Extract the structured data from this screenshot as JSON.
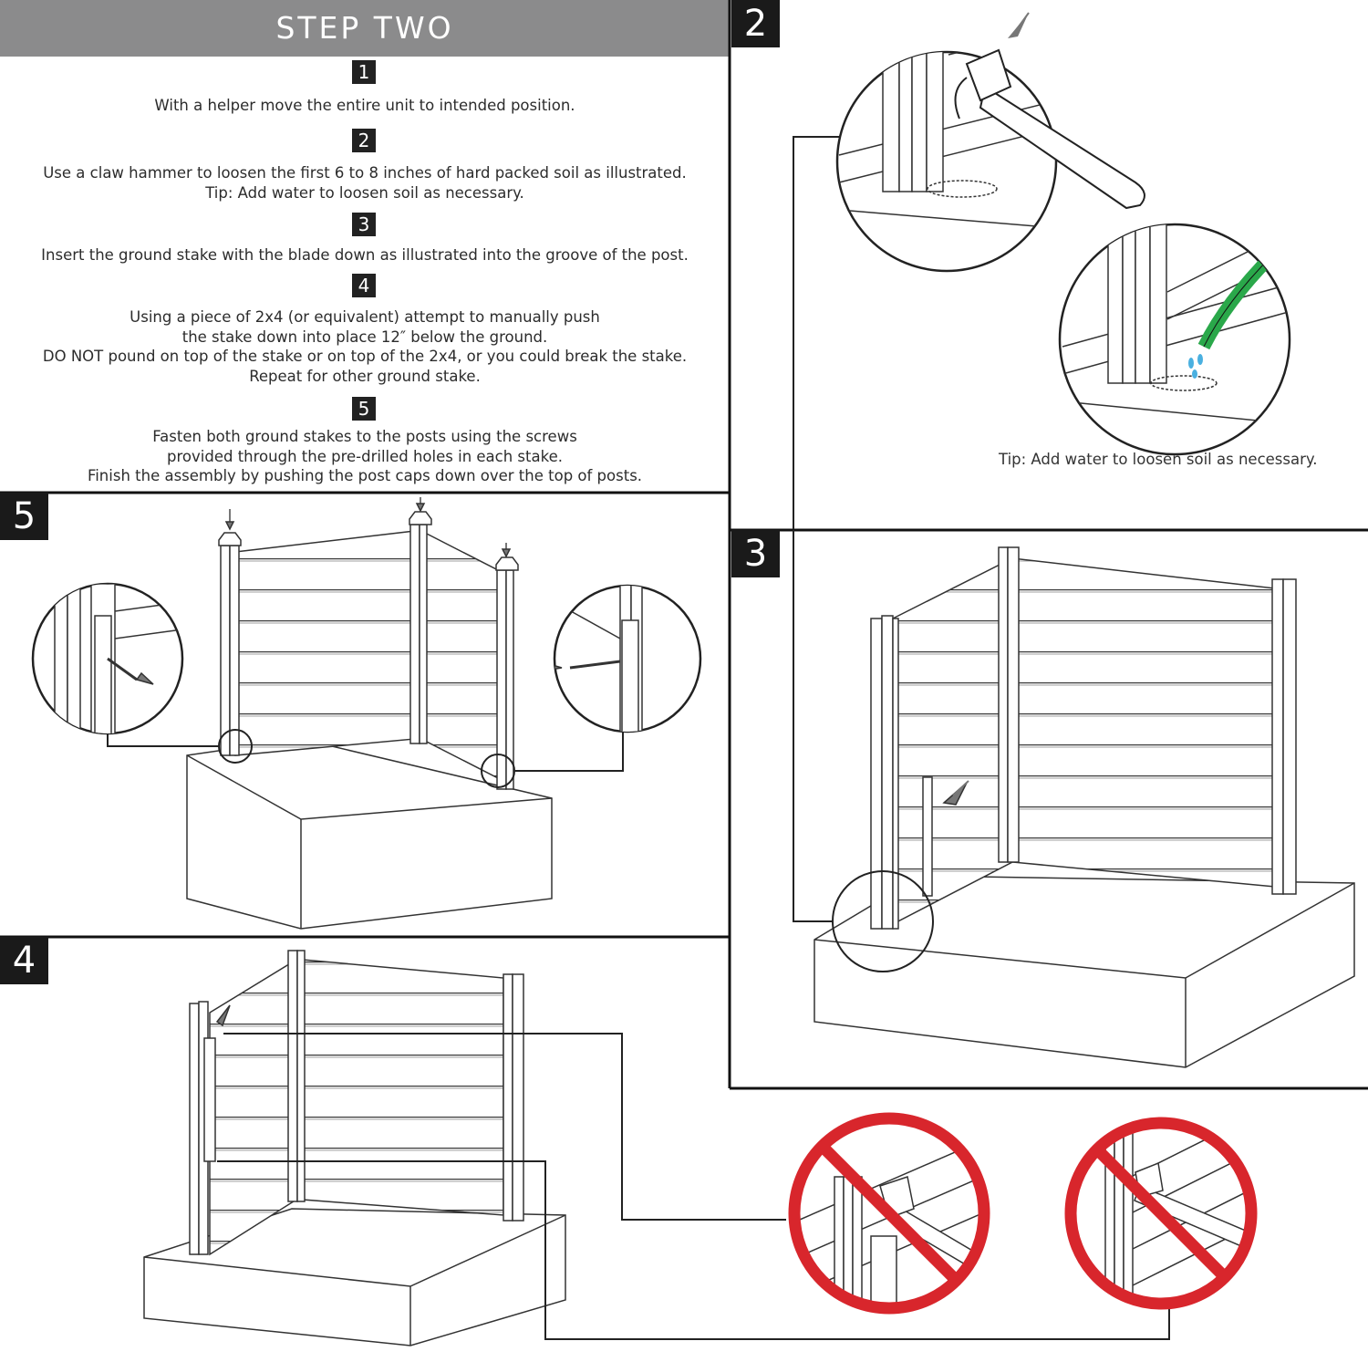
{
  "header": {
    "title": "STEP TWO"
  },
  "steps": [
    {
      "number": "1",
      "lines": [
        "With a helper move the entire unit to intended position."
      ]
    },
    {
      "number": "2",
      "lines": [
        "Use a claw hammer to loosen the first 6 to 8 inches of hard packed soil as illustrated.",
        "Tip: Add water to loosen soil as necessary."
      ]
    },
    {
      "number": "3",
      "lines": [
        "Insert the ground stake with the blade down as illustrated into the groove of the post."
      ]
    },
    {
      "number": "4",
      "lines": [
        "Using a piece of 2x4 (or equivalent) attempt to manually push",
        "the stake down into place 12″ below the ground.",
        "DO NOT pound on top of the stake or on top of the 2x4, or you could break the stake.",
        "Repeat for other ground stake."
      ]
    },
    {
      "number": "5",
      "lines": [
        "Fasten both ground stakes to the posts using the screws",
        "provided through the pre-drilled holes in each stake.",
        "Finish the assembly by pushing the post caps down over the top of posts."
      ]
    }
  ],
  "panels": {
    "p2": {
      "number": "2",
      "tip": "Tip: Add water to loosen soil as necessary."
    },
    "p3": {
      "number": "3"
    },
    "p4": {
      "number": "4"
    },
    "p5": {
      "number": "5"
    }
  },
  "icons": [
    "hammer-icon",
    "garden-hose-icon",
    "prohibition-icon",
    "screw-icon",
    "post-cap-icon"
  ],
  "colors": {
    "header_bg": "#8b8b8c",
    "panel_label_bg": "#1a1a1a",
    "hose_green": "#2aa84a",
    "water_blue": "#4ab0e0",
    "prohibition_red": "#d8262c"
  }
}
